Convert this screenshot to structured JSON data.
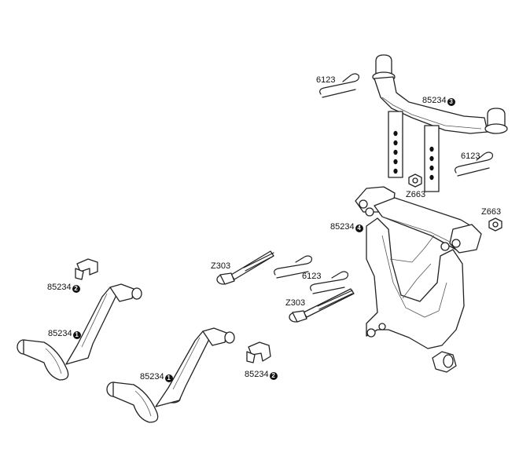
{
  "labels": {
    "clip_top": "6123",
    "mount_top": "85234",
    "mount_top_badge": "3",
    "clip_right": "6123",
    "nut_center": "Z663",
    "nut_right": "Z663",
    "tower": "85234",
    "tower_badge": "4",
    "screw_upper": "Z303",
    "clip_middle": "6123",
    "screw_lower": "Z303",
    "bracket_left": "85234",
    "bracket_left_badge": "2",
    "post_left": "85234",
    "post_left_badge": "1",
    "post_center": "85234",
    "post_center_badge": "1",
    "bracket_center": "85234",
    "bracket_center_badge": "2"
  }
}
